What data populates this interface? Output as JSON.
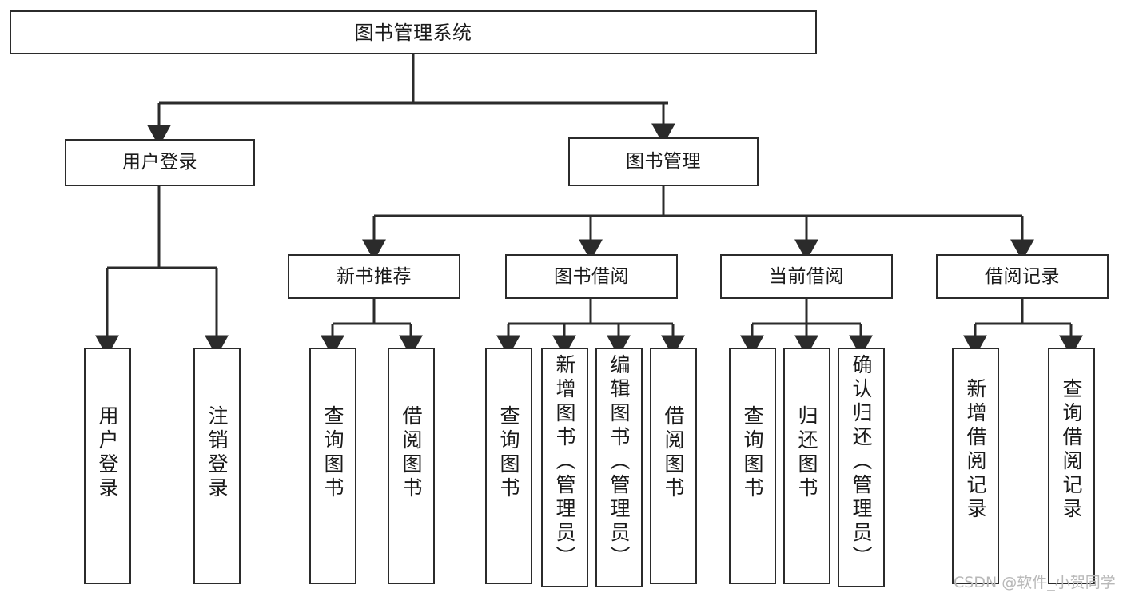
{
  "diagram": {
    "title": "图书管理系统",
    "type": "tree-structure-chart",
    "root": {
      "id": "root",
      "label": "图书管理系统"
    },
    "level2": [
      {
        "id": "user-login",
        "label": "用户登录"
      },
      {
        "id": "book-manage",
        "label": "图书管理"
      }
    ],
    "level3": [
      {
        "id": "new-book-rec",
        "label": "新书推荐",
        "parent": "book-manage"
      },
      {
        "id": "book-borrow",
        "label": "图书借阅",
        "parent": "book-manage"
      },
      {
        "id": "current-borrow",
        "label": "当前借阅",
        "parent": "book-manage"
      },
      {
        "id": "borrow-record",
        "label": "借阅记录",
        "parent": "book-manage"
      }
    ],
    "leaves": [
      {
        "id": "leaf-user-login",
        "label": "用户登录",
        "parent": "user-login"
      },
      {
        "id": "leaf-logout",
        "label": "注销登录",
        "parent": "user-login"
      },
      {
        "id": "leaf-query-book-1",
        "label": "查询图书",
        "parent": "new-book-rec"
      },
      {
        "id": "leaf-borrow-book-1",
        "label": "借阅图书",
        "parent": "new-book-rec"
      },
      {
        "id": "leaf-query-book-2",
        "label": "查询图书",
        "parent": "book-borrow"
      },
      {
        "id": "leaf-add-book",
        "label": "新增图书（管理员）",
        "parent": "book-borrow"
      },
      {
        "id": "leaf-edit-book",
        "label": "编辑图书（管理员）",
        "parent": "book-borrow"
      },
      {
        "id": "leaf-borrow-book-2",
        "label": "借阅图书",
        "parent": "book-borrow"
      },
      {
        "id": "leaf-query-book-3",
        "label": "查询图书",
        "parent": "current-borrow"
      },
      {
        "id": "leaf-return-book",
        "label": "归还图书",
        "parent": "current-borrow"
      },
      {
        "id": "leaf-confirm-return",
        "label": "确认归还（管理员）",
        "parent": "current-borrow"
      },
      {
        "id": "leaf-add-record",
        "label": "新增借阅记录",
        "parent": "borrow-record"
      },
      {
        "id": "leaf-query-record",
        "label": "查询借阅记录",
        "parent": "borrow-record"
      }
    ]
  },
  "watermark": {
    "text": "CSDN @软件_小贺同学"
  },
  "colors": {
    "border": "#2b2b2b",
    "text": "#1a1a1a",
    "background": "#ffffff",
    "watermark": "#b8b8b8"
  }
}
